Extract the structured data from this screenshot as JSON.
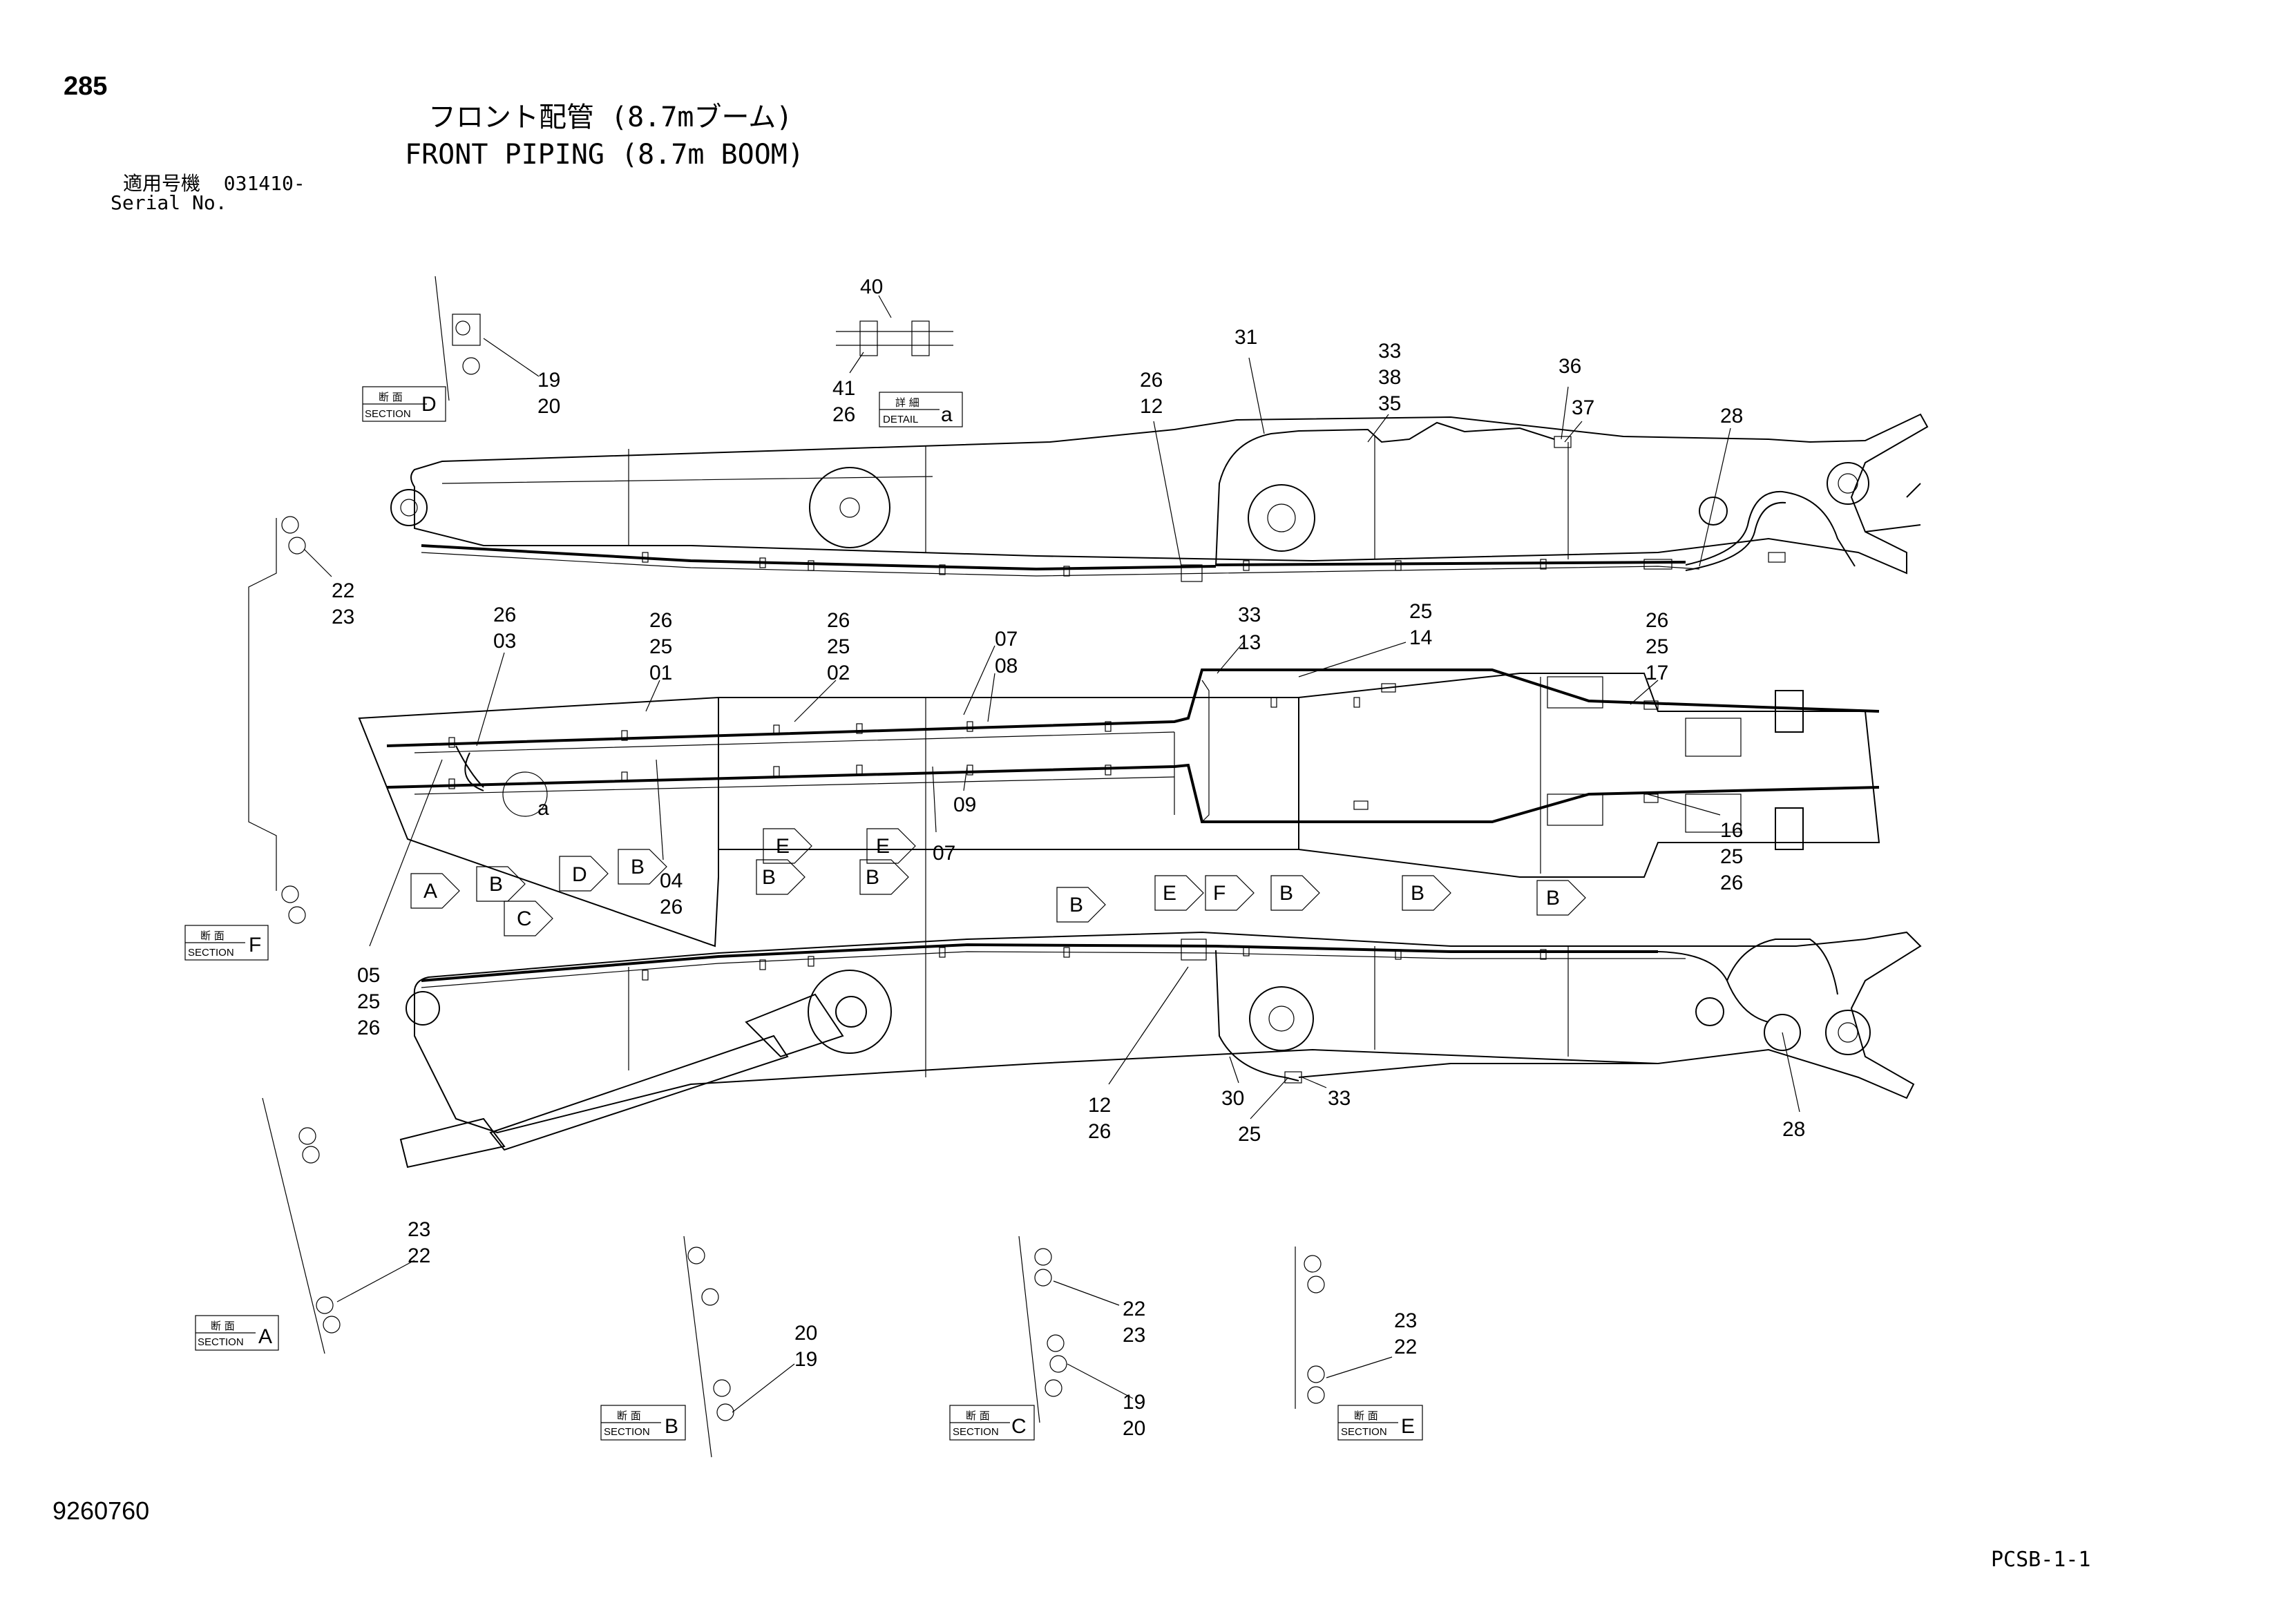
{
  "page_number": "285",
  "title_jp": "フロント配管 (8.7mブーム)",
  "title_en": "FRONT PIPING (8.7m BOOM)",
  "serial_label_jp": "適用号機",
  "serial_value": "031410-",
  "serial_label_en": "Serial No.",
  "doc_number": "9260760",
  "page_code": "PCSB-1-1",
  "boxes": [
    {
      "id": "section-d",
      "jp": "断 面",
      "en": "SECTION",
      "letter": "D"
    },
    {
      "id": "detail-a",
      "jp": "詳 細",
      "en": "DETAIL",
      "letter": "a"
    },
    {
      "id": "section-f",
      "jp": "断 面",
      "en": "SECTION",
      "letter": "F"
    },
    {
      "id": "section-a",
      "jp": "断 面",
      "en": "SECTION",
      "letter": "A"
    },
    {
      "id": "section-b",
      "jp": "断 面",
      "en": "SECTION",
      "letter": "B"
    },
    {
      "id": "section-c",
      "jp": "断 面",
      "en": "SECTION",
      "letter": "C"
    },
    {
      "id": "section-e",
      "jp": "断 面",
      "en": "SECTION",
      "letter": "E"
    }
  ],
  "callouts": [
    {
      "text": [
        "19",
        "20"
      ]
    },
    {
      "text": [
        "40"
      ]
    },
    {
      "text": [
        "41",
        "26"
      ]
    },
    {
      "text": [
        "31"
      ]
    },
    {
      "text": [
        "26",
        "12"
      ]
    },
    {
      "text": [
        "33",
        "38",
        "35"
      ]
    },
    {
      "text": [
        "36"
      ]
    },
    {
      "text": [
        "37"
      ]
    },
    {
      "text": [
        "28"
      ]
    },
    {
      "text": [
        "22",
        "23"
      ]
    },
    {
      "text": [
        "26",
        "03"
      ]
    },
    {
      "text": [
        "26",
        "25",
        "01"
      ]
    },
    {
      "text": [
        "26",
        "25",
        "02"
      ]
    },
    {
      "text": [
        "07",
        "08"
      ]
    },
    {
      "text": [
        "33",
        "13"
      ]
    },
    {
      "text": [
        "25",
        "14"
      ]
    },
    {
      "text": [
        "26",
        "25",
        "17"
      ]
    },
    {
      "text": [
        "09"
      ]
    },
    {
      "text": [
        "07"
      ]
    },
    {
      "text": [
        "04",
        "26"
      ]
    },
    {
      "text": [
        "16",
        "25",
        "26"
      ]
    },
    {
      "text": [
        "05",
        "25",
        "26"
      ]
    },
    {
      "text": [
        "12",
        "26"
      ]
    },
    {
      "text": [
        "30"
      ]
    },
    {
      "text": [
        "33"
      ]
    },
    {
      "text": [
        "25"
      ]
    },
    {
      "text": [
        "28"
      ]
    },
    {
      "text": [
        "23",
        "22"
      ]
    },
    {
      "text": [
        "20",
        "19"
      ]
    },
    {
      "text": [
        "22",
        "23"
      ]
    },
    {
      "text": [
        "19",
        "20"
      ]
    },
    {
      "text": [
        "23",
        "22"
      ]
    }
  ],
  "detail_marker": "a",
  "section_arrows": [
    "A",
    "B",
    "D",
    "B",
    "C",
    "E",
    "B",
    "E",
    "B",
    "B",
    "E",
    "F",
    "B",
    "B",
    "B"
  ]
}
